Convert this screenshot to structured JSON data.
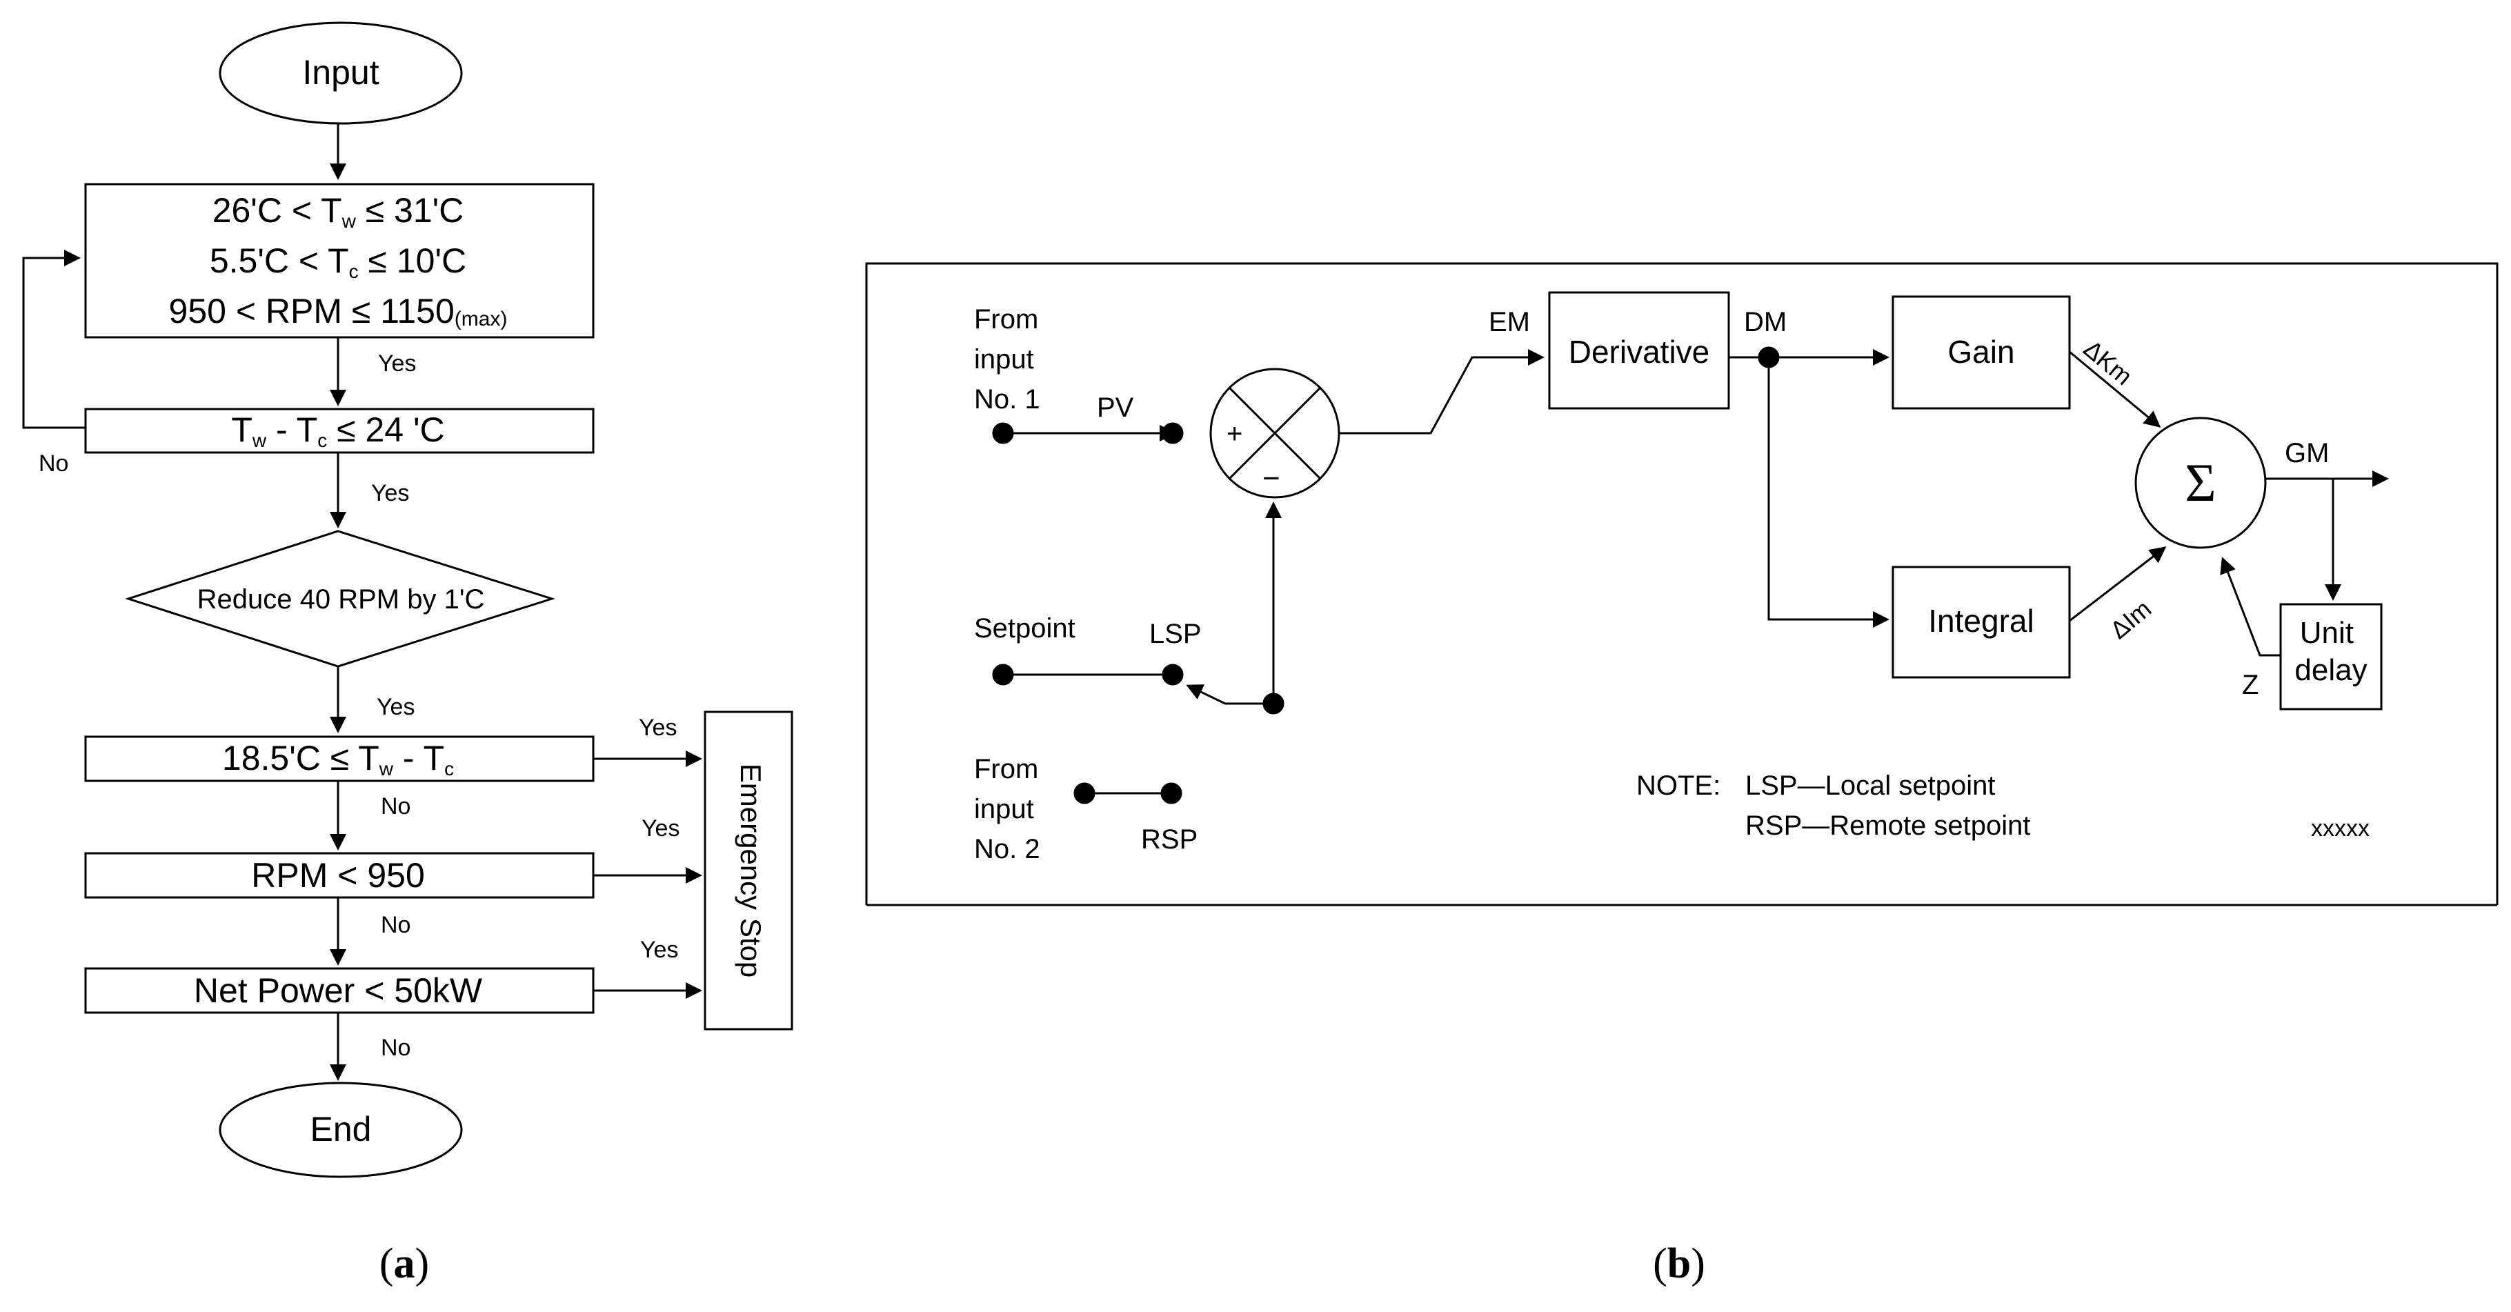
{
  "flowchart": {
    "start": "Input",
    "cond1": [
      "26'C < T",
      "w",
      " ≤ 31'C"
    ],
    "cond2": [
      "5.5'C < T",
      "c",
      " ≤ 10'C"
    ],
    "cond3": [
      "950 < RPM ≤ 1150",
      "(max)"
    ],
    "yes1": "Yes",
    "cond4": [
      "T",
      "w",
      " - T",
      "c",
      " ≤ 24 'C"
    ],
    "no_loop": "No",
    "yes2": "Yes",
    "decision": "Reduce 40 RPM by 1'C",
    "yes3": "Yes",
    "cond5": [
      "18.5'C ≤ T",
      "w",
      " - T",
      "c"
    ],
    "yes5": "Yes",
    "no5": "No",
    "cond6": "RPM < 950",
    "yes6": "Yes",
    "no6": "No",
    "cond7": "Net Power < 50kW",
    "yes7": "Yes",
    "no7": "No",
    "emergency": "Emergency Stop",
    "end": "End"
  },
  "block_diagram": {
    "from_input_1": [
      "From",
      "input",
      "No. 1"
    ],
    "pv": "PV",
    "plus": "+",
    "minus": "−",
    "setpoint": "Setpoint",
    "lsp": "LSP",
    "from_input_2": [
      "From",
      "input",
      "No. 2"
    ],
    "rsp": "RSP",
    "em": "EM",
    "derivative": "Derivative",
    "dm": "DM",
    "gain": "Gain",
    "delta_km": "ΔKm",
    "sigma": "Σ",
    "gm": "GM",
    "integral": "Integral",
    "delta_im": "ΔIm",
    "unit_delay": [
      "Unit",
      "delay"
    ],
    "z": "Z",
    "note_label": "NOTE:",
    "note_lsp": "LSP—Local setpoint",
    "note_rsp": "RSP—Remote setpoint",
    "code": "xxxxx"
  },
  "captions": {
    "a": [
      "(",
      "a",
      ")"
    ],
    "b": [
      "(",
      "b",
      ")"
    ]
  }
}
